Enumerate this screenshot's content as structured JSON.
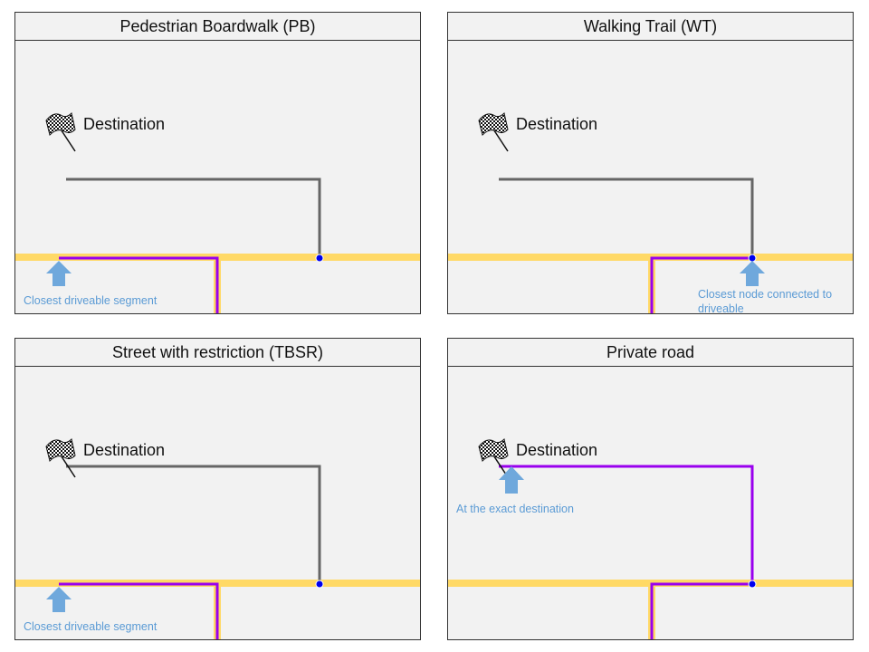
{
  "colors": {
    "road": "#ffd966",
    "route": "#9900ee",
    "path": "#666666",
    "node": "#0000ee",
    "arrow": "#6fa8dc",
    "caption": "#5b9bd5",
    "background": "#f2f2f2"
  },
  "destination_icon": "checkered-flag-icon",
  "panels": [
    {
      "title": "Pedestrian Boardwalk (PB)",
      "destination_label": "Destination",
      "caption_lines": [
        "Closest driveable segment"
      ]
    },
    {
      "title": "Walking Trail (WT)",
      "destination_label": "Destination",
      "caption_lines": [
        "Closest node connected to",
        "driveable"
      ]
    },
    {
      "title": "Street with restriction (TBSR)",
      "destination_label": "Destination",
      "caption_lines": [
        "Closest driveable segment"
      ]
    },
    {
      "title": "Private road",
      "destination_label": "Destination",
      "caption_lines": [
        "At the exact destination"
      ]
    }
  ]
}
